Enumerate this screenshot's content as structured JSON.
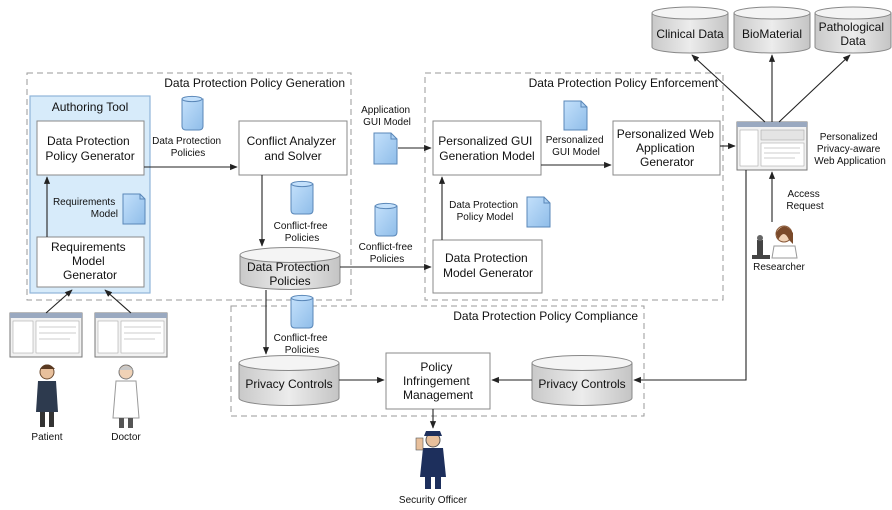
{
  "groups": {
    "generation": "Data Protection Policy Generation",
    "enforcement": "Data Protection Policy Enforcement",
    "compliance": "Data Protection Policy Compliance",
    "authoring": "Authoring Tool"
  },
  "boxes": {
    "dp_policy_generator": [
      "Data Protection",
      "Policy Generator"
    ],
    "req_model_generator": [
      "Requirements",
      "Model",
      "Generator"
    ],
    "conflict_analyzer": [
      "Conflict Analyzer",
      "and Solver"
    ],
    "pers_gui_gen": [
      "Personalized GUI",
      "Generation Model"
    ],
    "pers_web_gen": [
      "Personalized Web",
      "Application",
      "Generator"
    ],
    "dp_model_gen": [
      "Data Protection",
      "Model Generator"
    ],
    "policy_infringement": [
      "Policy",
      "Infringement",
      "Management"
    ]
  },
  "cylinders": {
    "dp_policies": [
      "Data Protection",
      "Policies"
    ],
    "privacy_left": "Privacy Controls",
    "privacy_right": "Privacy Controls",
    "clinical": "Clinical Data",
    "biomaterial": "BioMaterial",
    "pathological": [
      "Pathological",
      "Data"
    ]
  },
  "doc_labels": {
    "dp_policies_doc": [
      "Data Protection",
      "Policies"
    ],
    "requirements_model": [
      "Requirements",
      "Model"
    ],
    "app_gui_model": [
      "Application",
      "GUI Model"
    ],
    "pers_gui_model": [
      "Personalized",
      "GUI Model"
    ],
    "conflict_free_1": [
      "Conflict-free",
      "Policies"
    ],
    "conflict_free_2": [
      "Conflict-free",
      "Policies"
    ],
    "conflict_free_3": [
      "Conflict-free",
      "Policies"
    ],
    "dp_policy_model": [
      "Data Protection",
      "Policy Model"
    ]
  },
  "actors": {
    "patient": "Patient",
    "doctor": "Doctor",
    "researcher": "Researcher",
    "security_officer": "Security Officer"
  },
  "web_app_label": [
    "Personalized",
    "Privacy-aware",
    "Web Application"
  ],
  "access_request": [
    "Access",
    "Request"
  ],
  "colors": {
    "doc_fill": "#9ec9f0",
    "doc_stroke": "#5a87b8",
    "authoring_fill": "#d7ebfa",
    "cylinder_top": "#f4f4f4",
    "cylinder_body": "#d9d9d9"
  }
}
